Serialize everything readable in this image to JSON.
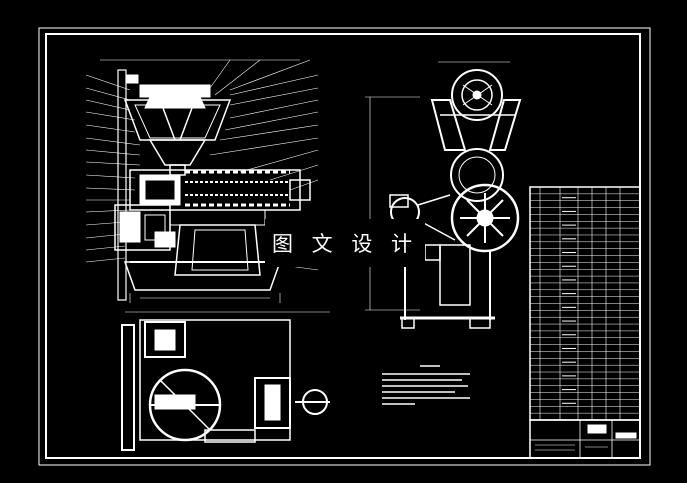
{
  "watermark": {
    "text": "图 文 设 计"
  },
  "colors": {
    "background": "#000000",
    "lines": "#ffffff"
  },
  "views": [
    "front-section-view",
    "side-view",
    "plan-view",
    "parts-list",
    "title-block",
    "technical-notes"
  ]
}
